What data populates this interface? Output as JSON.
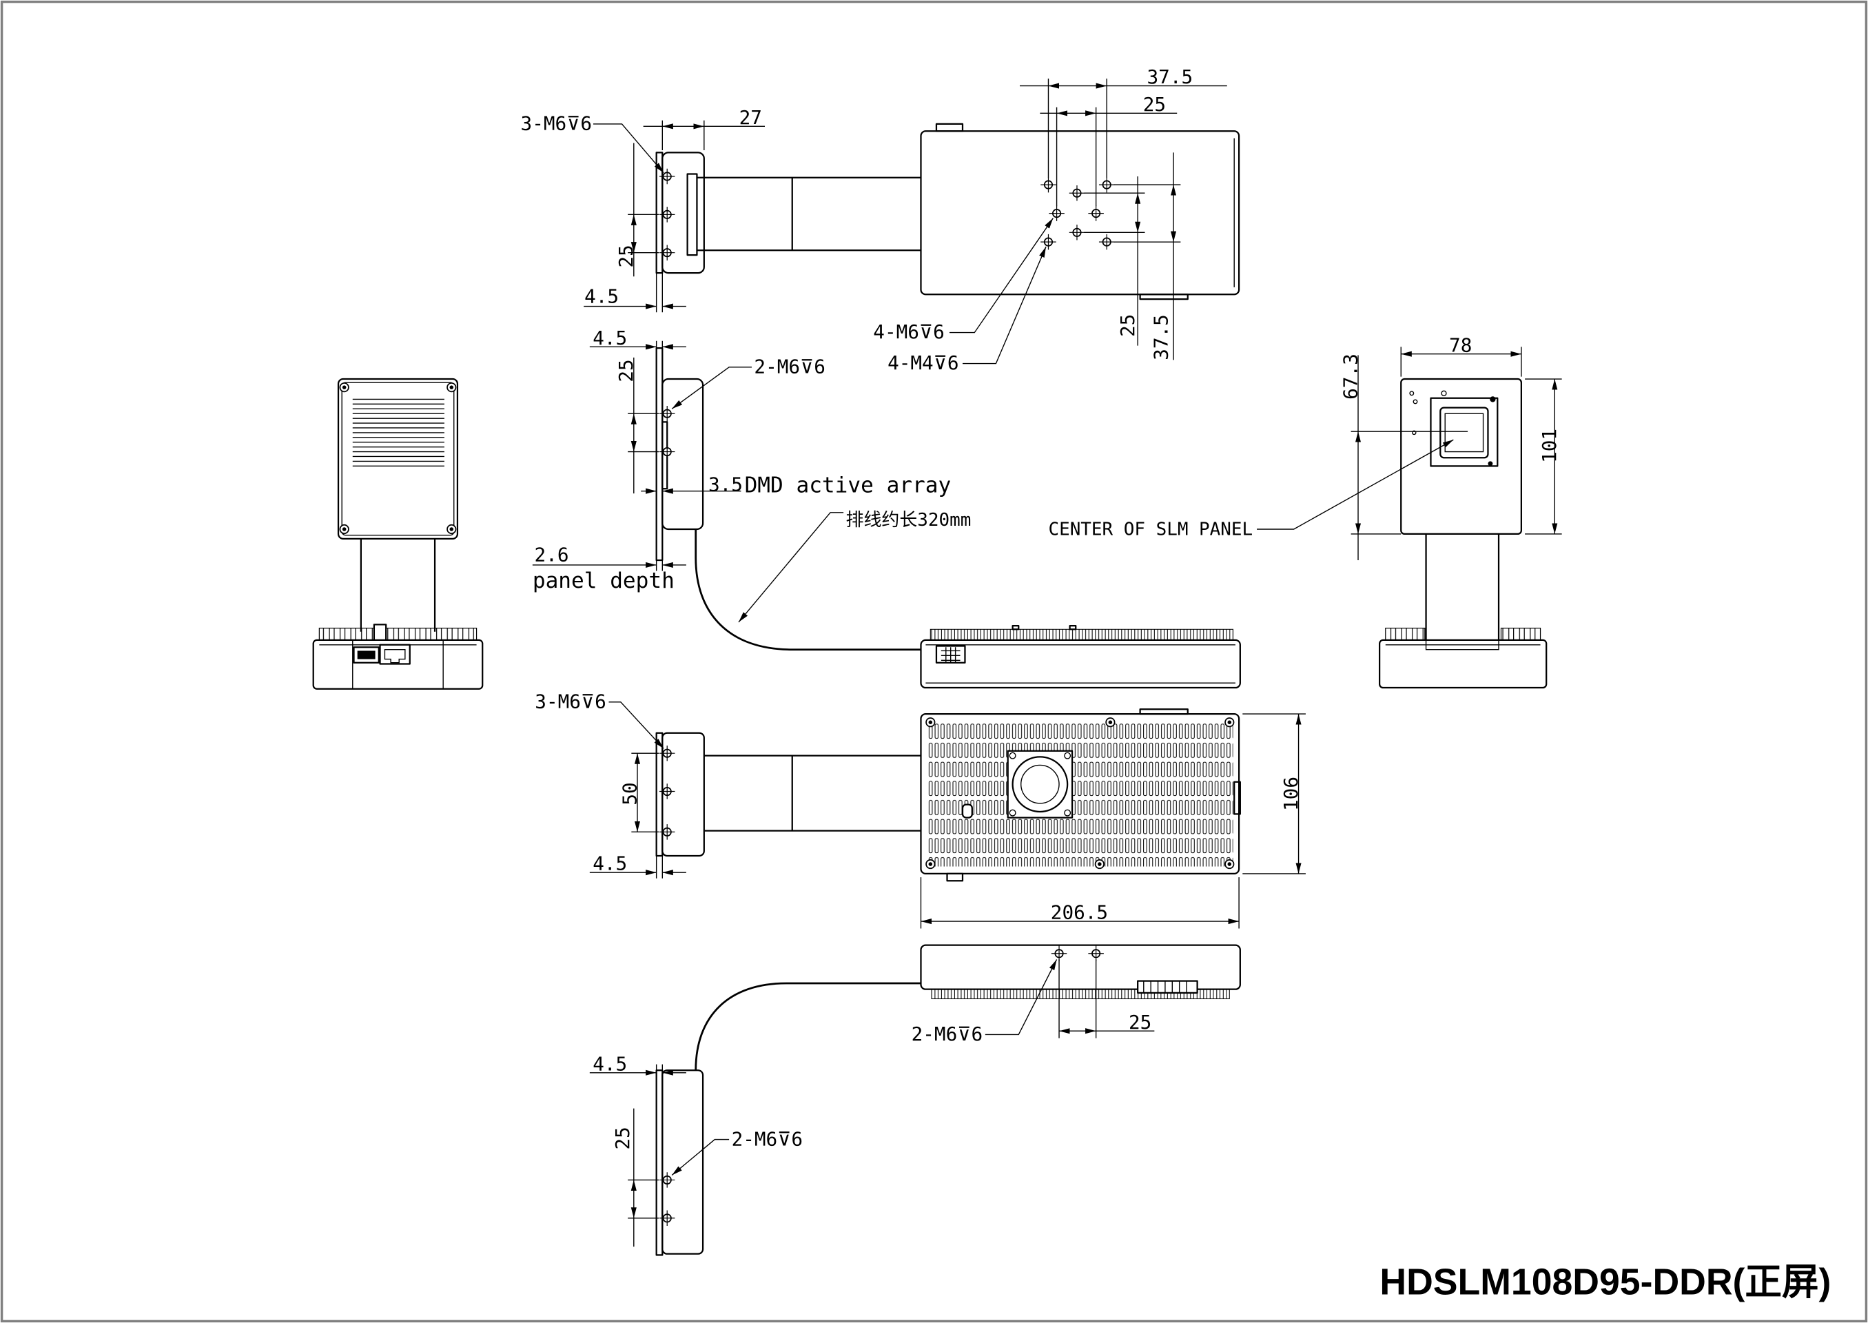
{
  "title": "HDSLM108D95-DDR(正屏)",
  "colors": {
    "line": "#000000",
    "background": "#ffffff",
    "frame": "#808080"
  },
  "top_view": {
    "bracket_holes": "3-M6⊽6",
    "bracket_width": "27",
    "bracket_hole_pitch": "25",
    "flange_thickness": "4.5",
    "hole_pitch_outer_h": "37.5",
    "hole_pitch_inner_h": "25",
    "hole_pitch_inner_v": "25",
    "hole_pitch_outer_v": "37.5",
    "m6_holes": "4-M6⊽6",
    "m4_holes": "4-M4⊽6"
  },
  "side_view": {
    "flange_thickness": "4.5",
    "hole_pitch": "25",
    "holes": "2-M6⊽6",
    "array_offset": "3.5",
    "array_label": "DMD active array",
    "cable_note": "排线约长320mm",
    "panel_depth_value": "2.6",
    "panel_depth_label": "panel depth"
  },
  "front_view": {
    "width": "78",
    "center_height": "67.3",
    "height": "101",
    "center_label": "CENTER OF SLM PANEL"
  },
  "bottom_view": {
    "bracket_holes": "3-M6⊽6",
    "bracket_hole_pitch": "50",
    "flange_thickness": "4.5",
    "depth": "106",
    "length": "206.5"
  },
  "rear_view": {
    "holes": "2-M6⊽6",
    "hole_pitch": "25",
    "flange_thickness": "4.5",
    "bracket_hole_pitch": "25",
    "bracket_holes": "2-M6⊽6"
  }
}
